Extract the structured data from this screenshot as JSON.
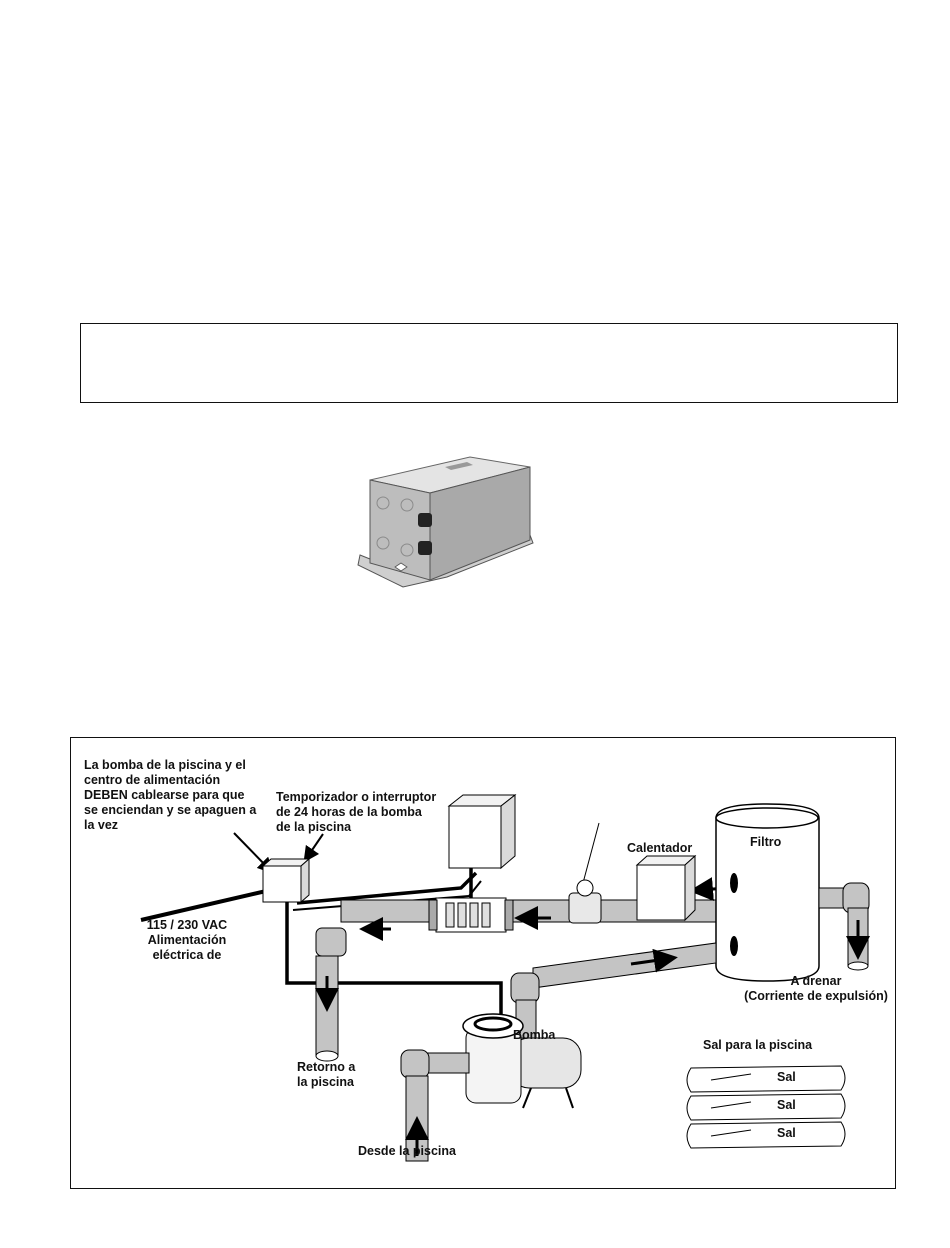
{
  "diagram": {
    "labels": {
      "pump_and_power_center": "La bomba de la piscina y el\ncentro de alimentación\nDEBEN cablearse para que\nse enciendan y se apaguen a\nla vez",
      "timer": "Temporizador o interruptor\nde 24 horas de la bomba\nde la piscina",
      "heater": "Calentador",
      "filter": "Filtro",
      "power_supply": "115 / 230 VAC\nAlimentación\neléctrica de",
      "return_to_pool": "Retorno a\nla piscina",
      "pump": "Bomba",
      "to_drain": "A drenar\n(Corriente de expulsión)",
      "pool_salt": "Sal para la piscina",
      "from_pool": "Desde la piscina",
      "salt_bags": [
        "Sal",
        "Sal",
        "Sal"
      ]
    }
  }
}
